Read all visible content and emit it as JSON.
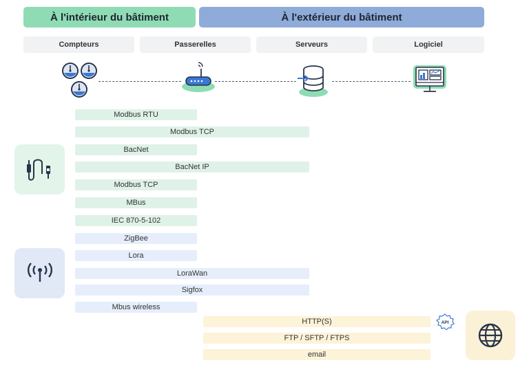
{
  "headers": {
    "inside": "À l'intérieur du bâtiment",
    "outside": "À l'extérieur du bâtiment"
  },
  "columns": [
    "Compteurs",
    "Passerelles",
    "Serveurs",
    "Logiciel"
  ],
  "icons": {
    "meters": "meter-gauge-icon",
    "gateway": "gateway-router-icon",
    "server": "database-server-icon",
    "software": "dashboard-monitor-icon",
    "wired": "cable-plug-icon",
    "wireless": "antenna-signal-icon",
    "web": "globe-icon",
    "api": "api-badge-icon"
  },
  "api_badge": "API",
  "wired_protocols": [
    "Modbus RTU",
    "Modbus TCP",
    "BacNet",
    "BacNet IP",
    "Modbus TCP",
    "MBus",
    "IEC 870-5-102"
  ],
  "wireless_protocols": [
    "ZigBee",
    "Lora",
    "LoraWan",
    "Sigfox",
    "Mbus wireless"
  ],
  "web_protocols": [
    "HTTP(S)",
    "FTP / SFTP / FTPS",
    "email"
  ],
  "colors": {
    "inside_header": "#8fdcb4",
    "outside_header": "#8eabd9",
    "wired": "#dff2e7",
    "wireless": "#e6eefb",
    "web": "#fcf3d8"
  }
}
